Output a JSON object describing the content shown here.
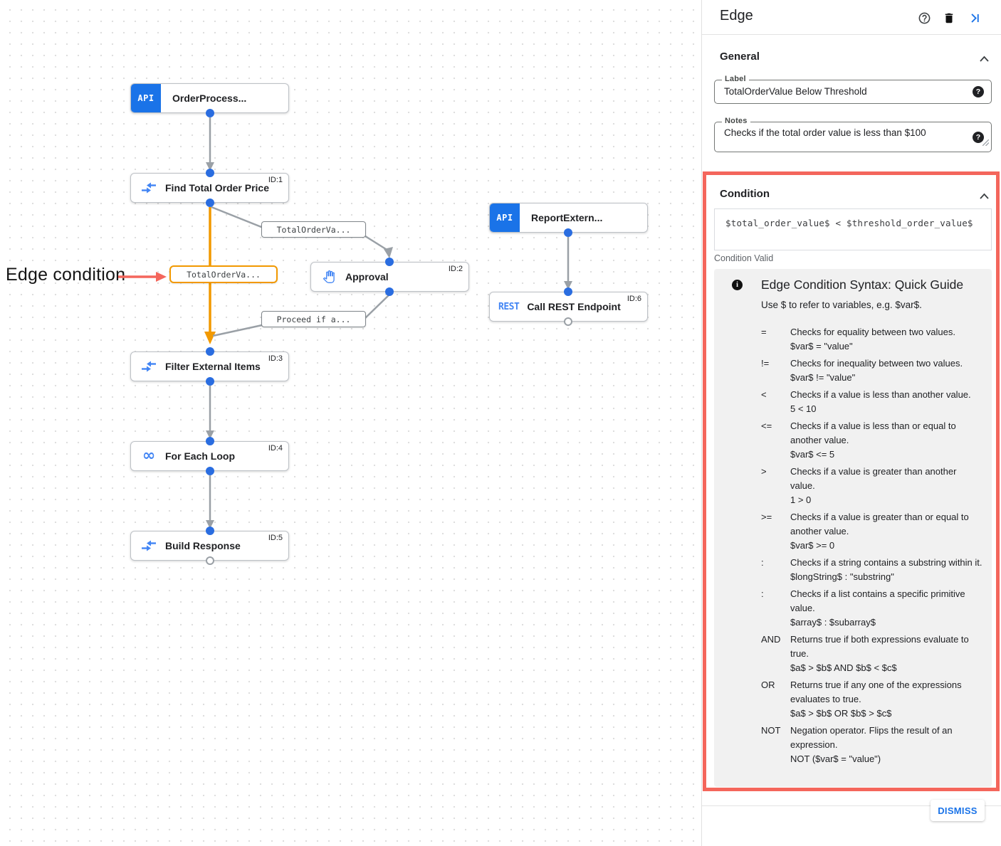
{
  "canvas": {
    "annotation": {
      "text": "Edge condition"
    },
    "nodes": [
      {
        "title": "OrderProcess...",
        "badge": "API"
      },
      {
        "title": "Find Total Order Price",
        "id": "ID:1"
      },
      {
        "title": "Approval",
        "id": "ID:2"
      },
      {
        "title": "ReportExtern...",
        "badge": "API"
      },
      {
        "title": "Call REST Endpoint",
        "id": "ID:6",
        "badge": "REST"
      },
      {
        "title": "Filter External Items",
        "id": "ID:3"
      },
      {
        "title": "For Each Loop",
        "id": "ID:4",
        "glyph": "∞"
      },
      {
        "title": "Build Response",
        "id": "ID:5"
      }
    ],
    "edge_labels": [
      {
        "text": "TotalOrderVa...",
        "selected": false
      },
      {
        "text": "TotalOrderVa...",
        "selected": true
      },
      {
        "text": "Proceed if a...",
        "selected": false
      }
    ]
  },
  "panel": {
    "title": "Edge",
    "general": {
      "heading": "General",
      "label_field": {
        "label": "Label",
        "value": "TotalOrderValue Below Threshold"
      },
      "notes_field": {
        "label": "Notes",
        "value": "Checks if the total order value is less than $100"
      }
    },
    "condition": {
      "heading": "Condition",
      "expression": "$total_order_value$ < $threshold_order_value$",
      "status": "Condition Valid",
      "guide": {
        "title": "Edge Condition Syntax: Quick Guide",
        "subtitle": "Use $ to refer to variables, e.g. $var$.",
        "info_glyph": "i",
        "entries": [
          {
            "op": "=",
            "desc": "Checks for equality between two values.",
            "example": "$var$ = \"value\""
          },
          {
            "op": "!=",
            "desc": "Checks for inequality between two values.",
            "example": "$var$ != \"value\""
          },
          {
            "op": "<",
            "desc": "Checks if a value is less than another value.",
            "example": "5 < 10"
          },
          {
            "op": "<=",
            "desc": "Checks if a value is less than or equal to another value.",
            "example": "$var$ <= 5"
          },
          {
            "op": ">",
            "desc": "Checks if a value is greater than another value.",
            "example": "1 > 0"
          },
          {
            "op": ">=",
            "desc": "Checks if a value is greater than or equal to another value.",
            "example": "$var$ >= 0"
          },
          {
            "op": ":",
            "desc": "Checks if a string contains a substring within it.",
            "example": "$longString$ : \"substring\""
          },
          {
            "op": ":",
            "desc": "Checks if a list contains a specific primitive value.",
            "example": "$array$ : $subarray$"
          },
          {
            "op": "AND",
            "desc": "Returns true if both expressions evaluate to true.",
            "example": "$a$ > $b$ AND $b$ < $c$"
          },
          {
            "op": "OR",
            "desc": "Returns true if any one of the expressions evaluates to true.",
            "example": "$a$ > $b$ OR $b$ > $c$"
          },
          {
            "op": "NOT",
            "desc": "Negation operator. Flips the result of an expression.",
            "example": "NOT ($var$ = \"value\")"
          }
        ]
      }
    },
    "help_glyph": "?",
    "dismiss_label": "DISMISS"
  },
  "colors": {
    "accent_blue": "#1A73E8",
    "icon_blue": "#4285F4",
    "edge_orange": "#F29900",
    "annotation_red": "#F4665C",
    "edge_gray": "#9AA0A6"
  }
}
